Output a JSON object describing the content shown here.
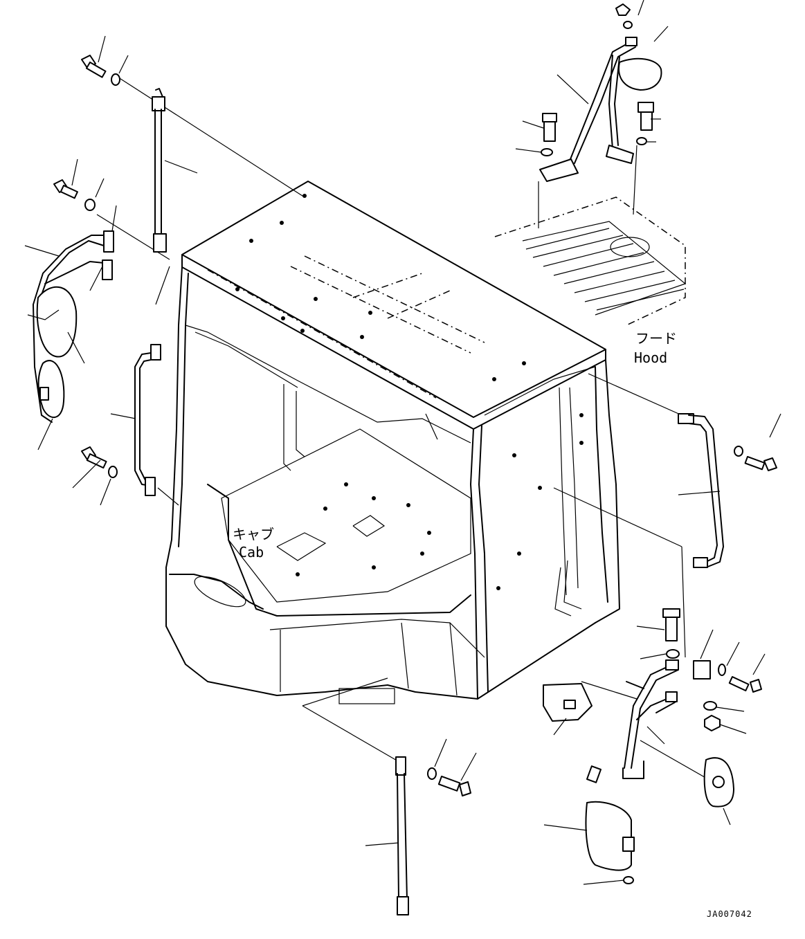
{
  "labels": {
    "hood_ja": "フード",
    "hood_en": "Hood",
    "cab_ja": "キャブ",
    "cab_en": "Cab",
    "drawing_number": "JA007042"
  },
  "parts": [
    {
      "name": "left-mirror-assembly"
    },
    {
      "name": "right-mirror-assembly"
    },
    {
      "name": "rear-mirror-stay"
    },
    {
      "name": "handrail"
    },
    {
      "name": "mounting-bolt"
    },
    {
      "name": "washer"
    },
    {
      "name": "nut"
    }
  ]
}
